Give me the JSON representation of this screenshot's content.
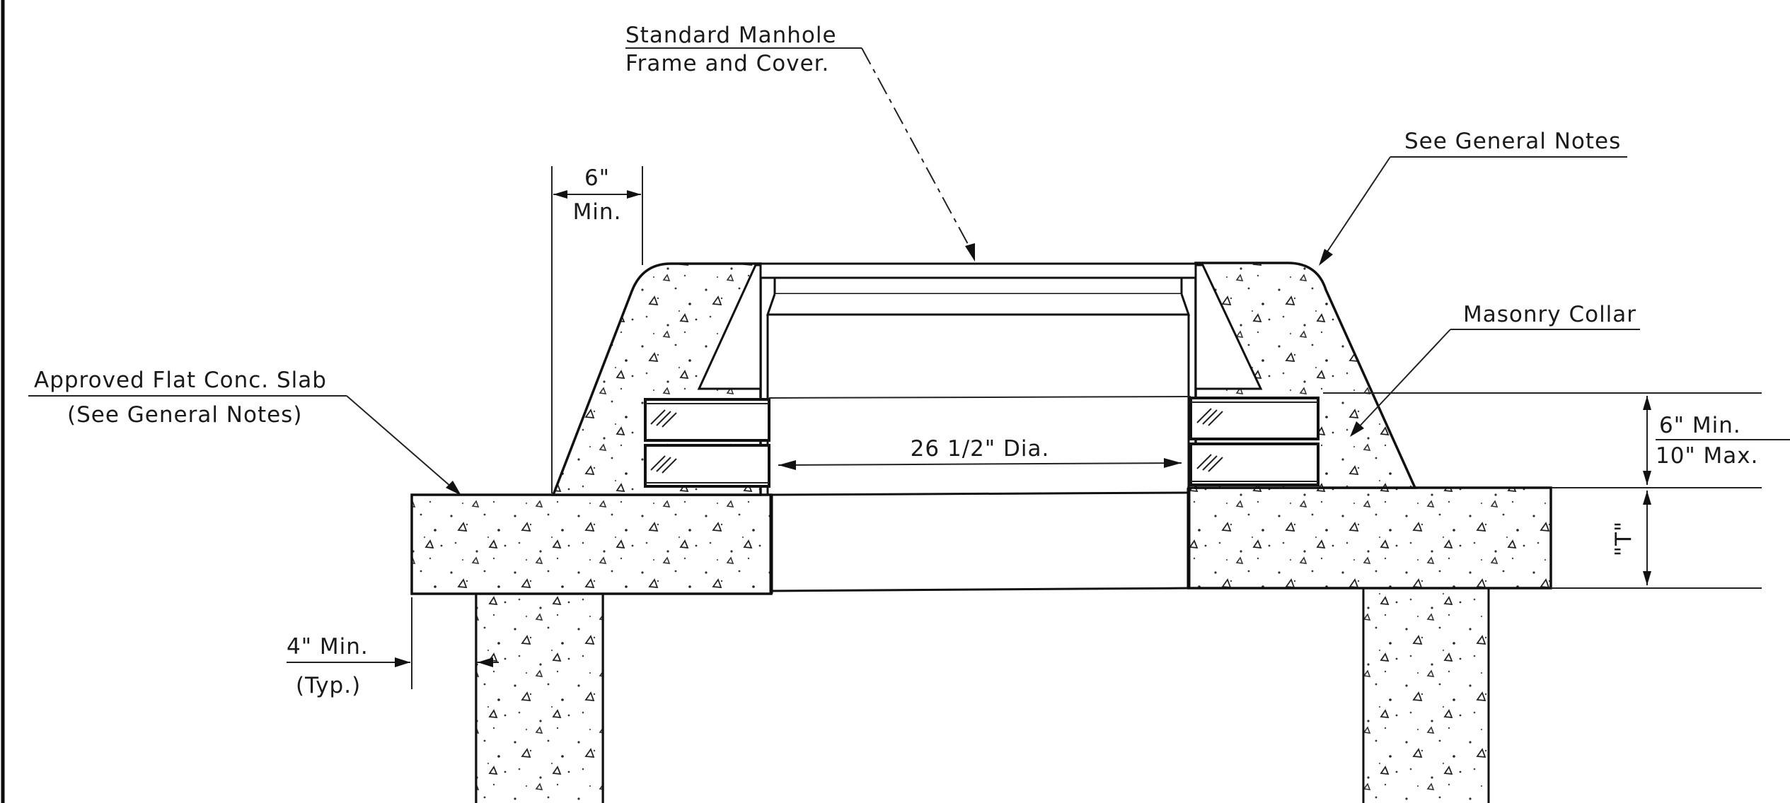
{
  "labels": {
    "frame_cover_line1": "Standard Manhole",
    "frame_cover_line2": "Frame and Cover.",
    "general_notes": "See General Notes",
    "masonry_collar": "Masonry Collar",
    "slab_line1": "Approved Flat Conc. Slab",
    "slab_line2": "(See General Notes)",
    "dim_6_top": "6\"",
    "dim_6_min": "Min.",
    "dim_diameter": "26 1/2\" Dia.",
    "dim_collar_min": "6\" Min.",
    "dim_collar_max": "10\" Max.",
    "dim_t": "\"T\"",
    "dim_4_min": "4\" Min.",
    "dim_4_typ": "(Typ.)"
  },
  "colors": {
    "line": "#111111",
    "background": "#ffffff"
  }
}
